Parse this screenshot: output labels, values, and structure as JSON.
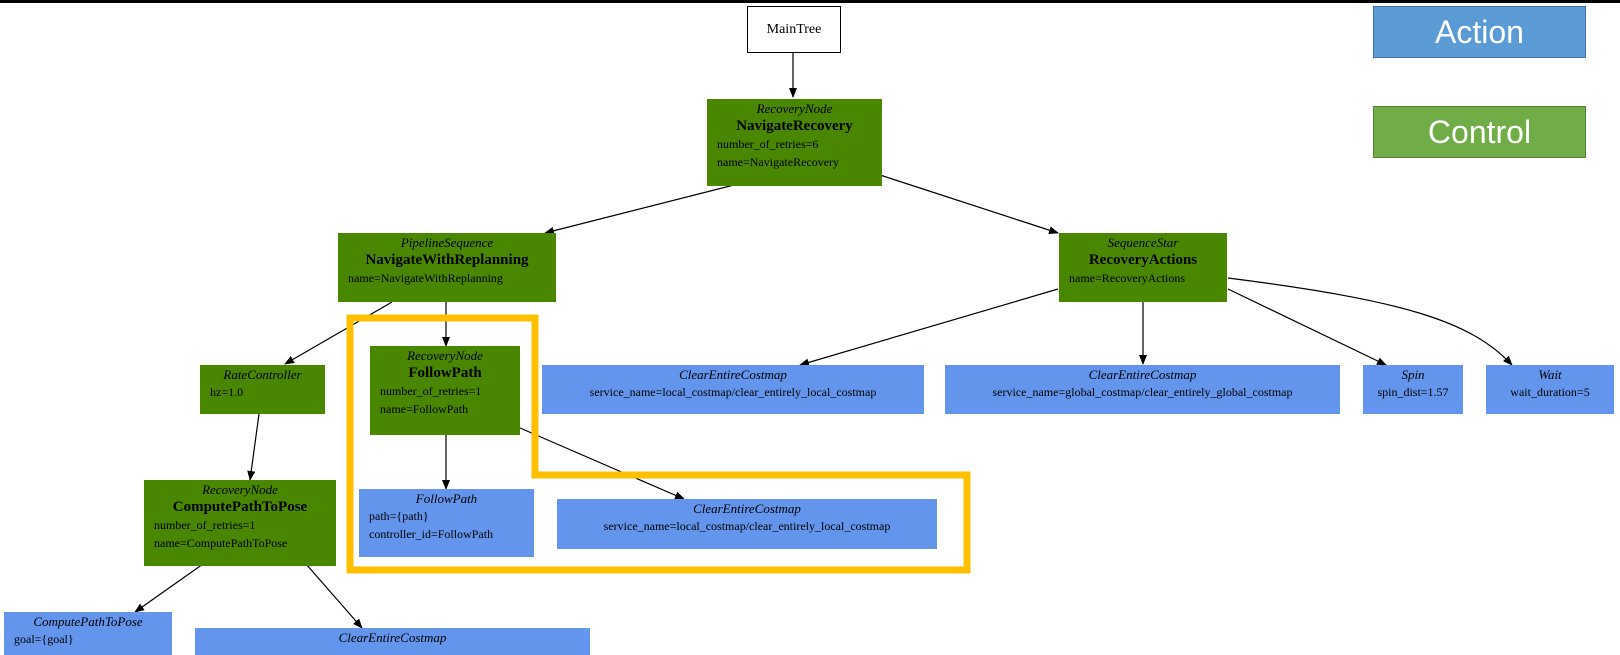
{
  "legend": {
    "action": "Action",
    "control": "Control"
  },
  "colors": {
    "control_node": "#4a8700",
    "action_node": "#6495ed",
    "highlight": "#ffc000",
    "legend_action": "#5b9bd5",
    "legend_control": "#70ad47"
  },
  "nodes": {
    "main_tree": {
      "name": "MainTree"
    },
    "navigate_recovery": {
      "type": "RecoveryNode",
      "name": "NavigateRecovery",
      "attrs": [
        "number_of_retries=6",
        "name=NavigateRecovery"
      ]
    },
    "navigate_with_replanning": {
      "type": "PipelineSequence",
      "name": "NavigateWithReplanning",
      "attrs": [
        "name=NavigateWithReplanning"
      ]
    },
    "recovery_actions": {
      "type": "SequenceStar",
      "name": "RecoveryActions",
      "attrs": [
        "name=RecoveryActions"
      ]
    },
    "rate_controller": {
      "type": "RateController",
      "attrs": [
        "hz=1.0"
      ]
    },
    "follow_path_recovery": {
      "type": "RecoveryNode",
      "name": "FollowPath",
      "attrs": [
        "number_of_retries=1",
        "name=FollowPath"
      ]
    },
    "compute_path_recovery": {
      "type": "RecoveryNode",
      "name": "ComputePathToPose",
      "attrs": [
        "number_of_retries=1",
        "name=ComputePathToPose"
      ]
    },
    "follow_path_action": {
      "type": "FollowPath",
      "attrs": [
        "path={path}",
        "controller_id=FollowPath"
      ]
    },
    "clear_local_fp": {
      "type": "ClearEntireCostmap",
      "attrs": [
        "service_name=local_costmap/clear_entirely_local_costmap"
      ]
    },
    "clear_local_ra": {
      "type": "ClearEntireCostmap",
      "attrs": [
        "service_name=local_costmap/clear_entirely_local_costmap"
      ]
    },
    "clear_global_ra": {
      "type": "ClearEntireCostmap",
      "attrs": [
        "service_name=global_costmap/clear_entirely_global_costmap"
      ]
    },
    "spin": {
      "type": "Spin",
      "attrs": [
        "spin_dist=1.57"
      ]
    },
    "wait": {
      "type": "Wait",
      "attrs": [
        "wait_duration=5"
      ]
    },
    "compute_path_action": {
      "type": "ComputePathToPose",
      "attrs": [
        "goal={goal}"
      ]
    },
    "clear_cp": {
      "type": "ClearEntireCostmap"
    }
  }
}
